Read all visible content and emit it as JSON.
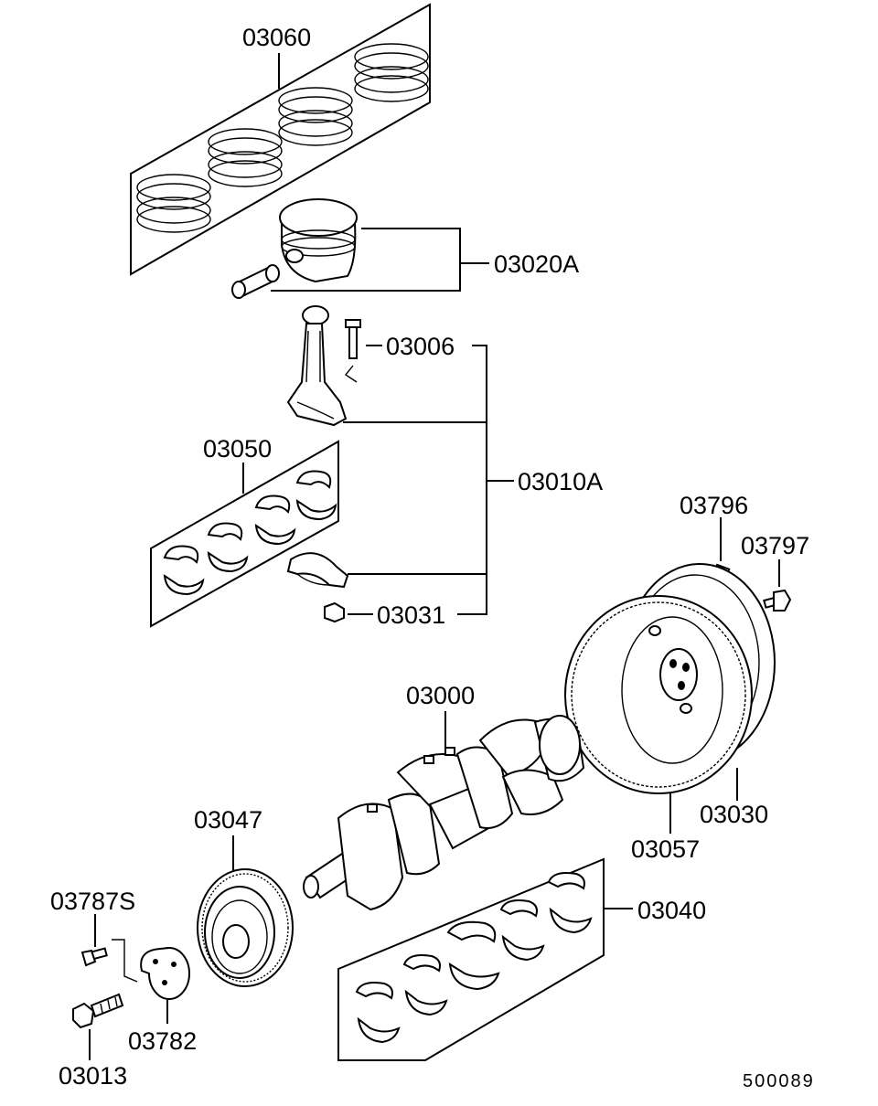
{
  "callouts": {
    "piston_rings": "03060",
    "piston_pin": "03020A",
    "rod_bolt": "03006",
    "rod_bearings": "03050",
    "connecting_rod": "03010A",
    "rod_cap": "03031",
    "dowel_pin": "03796",
    "flywheel_bolt": "03797",
    "crankshaft": "03000",
    "flywheel": "03030",
    "ring_gear": "03057",
    "damper_pulley": "03047",
    "main_bearings": "03040",
    "pulley_bolt": "03787S",
    "sensor_plate": "03782",
    "crank_bolt": "03013"
  },
  "diagram_code": "500089"
}
